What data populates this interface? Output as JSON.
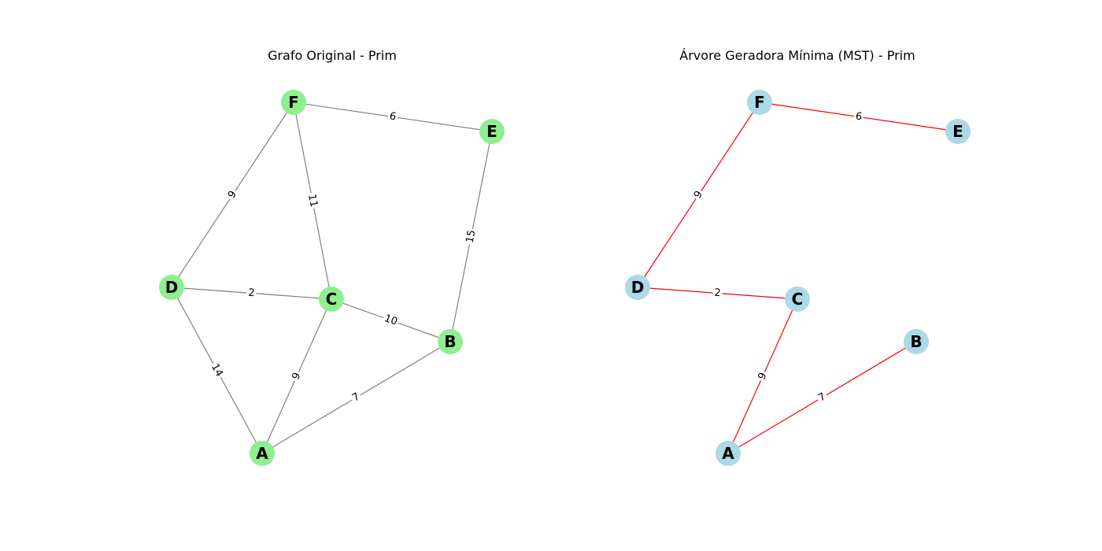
{
  "colors": {
    "original_node": "#90ee90",
    "original_edge": "#808080",
    "mst_node": "#add8e6",
    "mst_edge": "#ff0000",
    "text": "#000000",
    "background": "#ffffff"
  },
  "panels": [
    {
      "id": "original",
      "title": "Grafo Original - Prim",
      "node_color_key": "original_node",
      "edge_color_key": "original_edge",
      "edges": [
        {
          "from": "F",
          "to": "E",
          "weight": "6"
        },
        {
          "from": "F",
          "to": "D",
          "weight": "9"
        },
        {
          "from": "F",
          "to": "C",
          "weight": "11"
        },
        {
          "from": "E",
          "to": "B",
          "weight": "15"
        },
        {
          "from": "D",
          "to": "C",
          "weight": "2"
        },
        {
          "from": "C",
          "to": "B",
          "weight": "10"
        },
        {
          "from": "D",
          "to": "A",
          "weight": "14"
        },
        {
          "from": "C",
          "to": "A",
          "weight": "9"
        },
        {
          "from": "A",
          "to": "B",
          "weight": "7"
        }
      ]
    },
    {
      "id": "mst",
      "title": "Árvore Geradora Mínima (MST) - Prim",
      "node_color_key": "mst_node",
      "edge_color_key": "mst_edge",
      "edges": [
        {
          "from": "F",
          "to": "E",
          "weight": "6"
        },
        {
          "from": "F",
          "to": "D",
          "weight": "9"
        },
        {
          "from": "D",
          "to": "C",
          "weight": "2"
        },
        {
          "from": "C",
          "to": "A",
          "weight": "9"
        },
        {
          "from": "A",
          "to": "B",
          "weight": "7"
        }
      ]
    }
  ],
  "nodes": [
    "A",
    "B",
    "C",
    "D",
    "E",
    "F"
  ]
}
